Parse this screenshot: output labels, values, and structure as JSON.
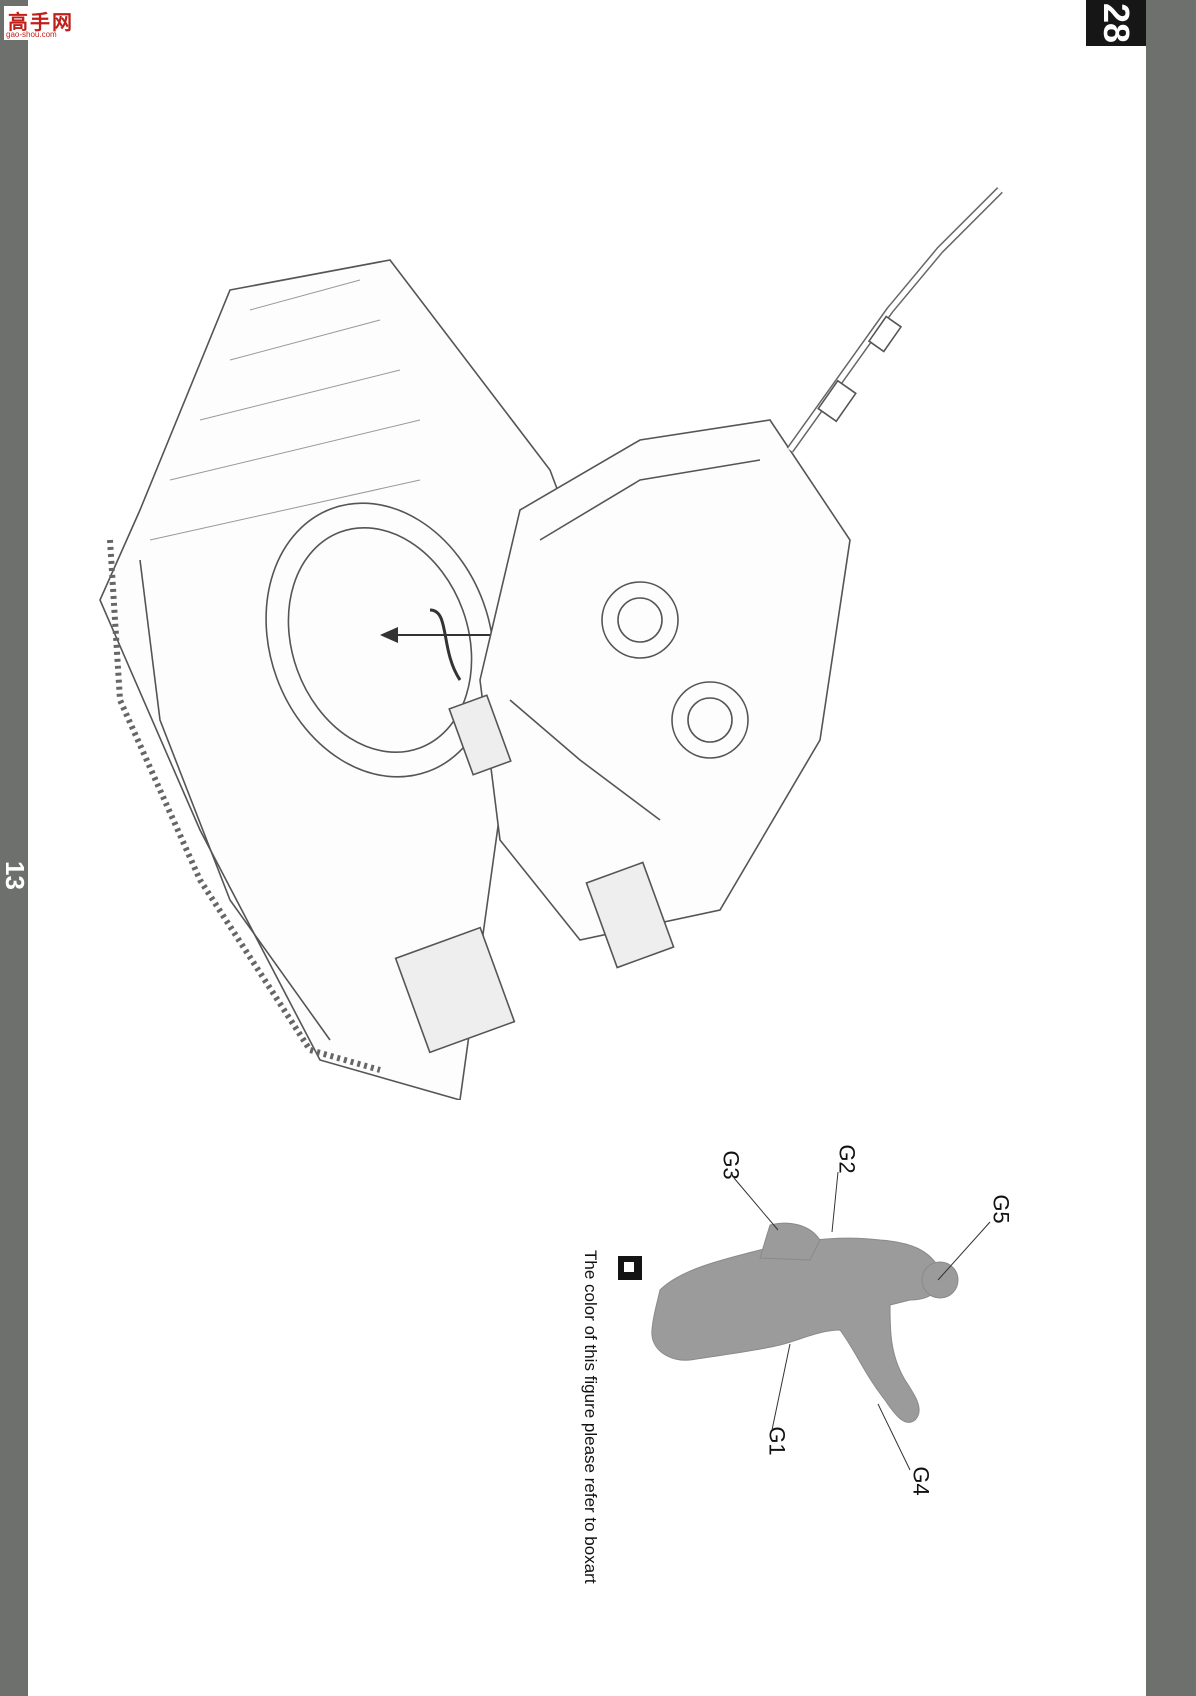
{
  "site_logo": {
    "text": "高手网",
    "sub": "gao-shou.com"
  },
  "page_number": "13",
  "step_number": "28",
  "note": {
    "text": "The color of this figure please refer to boxart"
  },
  "figure_parts": [
    "G5",
    "G2",
    "G3",
    "G1",
    "G4"
  ],
  "colors": {
    "band": "#6e706d",
    "step_box": "#161616",
    "figure": "#9b9b9b"
  }
}
